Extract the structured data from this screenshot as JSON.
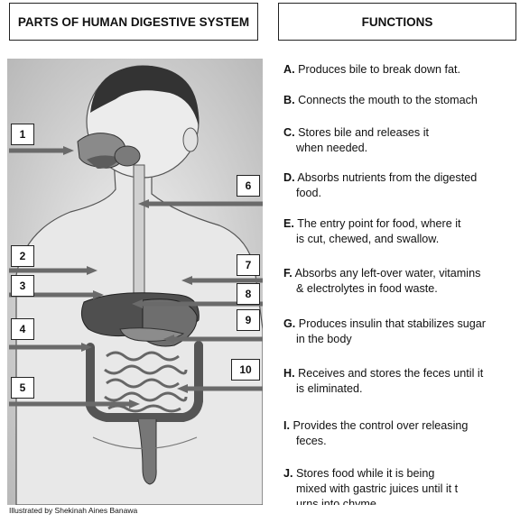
{
  "headers": {
    "parts": "PARTS OF HUMAN DIGESTIVE SYSTEM",
    "functions": "FUNCTIONS"
  },
  "labels": [
    "1",
    "2",
    "3",
    "4",
    "5",
    "6",
    "7",
    "8",
    "9",
    "10"
  ],
  "functions": [
    {
      "letter": "A.",
      "line1": "Produces bile to break down fat.",
      "line2": ""
    },
    {
      "letter": "B.",
      "line1": "Connects the mouth to the stomach",
      "line2": ""
    },
    {
      "letter": "C.",
      "line1": "Stores bile and releases it",
      "line2": "when needed."
    },
    {
      "letter": "D.",
      "line1": "Absorbs nutrients from the digested",
      "line2": "food."
    },
    {
      "letter": "E.",
      "line1": "The entry point for food, where it",
      "line2": "is cut, chewed, and swallow."
    },
    {
      "letter": "F.",
      "line1": "Absorbs any left-over water, vitamins",
      "line2": "& electrolytes in food waste."
    },
    {
      "letter": "G.",
      "line1": "Produces insulin that stabilizes sugar",
      "line2": "in the body"
    },
    {
      "letter": "H.",
      "line1": "Receives and stores the feces until it",
      "line2": "is eliminated."
    },
    {
      "letter": "I.",
      "line1": "Provides the control over releasing",
      "line2": "feces."
    },
    {
      "letter": "J.",
      "line1": "Stores food while it is being",
      "line2": "mixed with gastric juices until it t",
      "line3": "urns into chyme."
    }
  ],
  "credit": "Illustrated by Shekinah Aines Banawa"
}
